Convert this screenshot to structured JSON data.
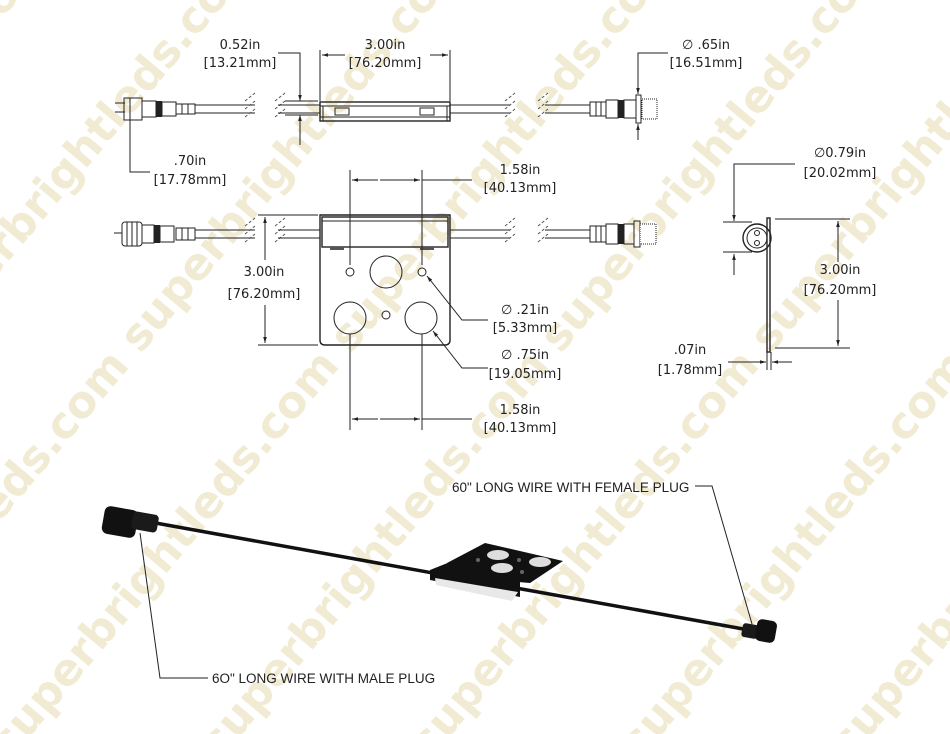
{
  "watermark": "superbrightleds.com",
  "top_view": {
    "length": {
      "in": "3.00in",
      "mm": "[76.20mm]"
    },
    "height": {
      "in": "0.52in",
      "mm": "[13.21mm]"
    },
    "male_plug": {
      "in": ".70in",
      "mm": "[17.78mm]"
    },
    "female_plug": {
      "in": "∅ .65in",
      "mm": "[16.51mm]"
    }
  },
  "front_view": {
    "hole_spacing_top": {
      "in": "1.58in",
      "mm": "[40.13mm]"
    },
    "plate_height": {
      "in": "3.00in",
      "mm": "[76.20mm]"
    },
    "small_hole": {
      "in": "∅ .21in",
      "mm": "[5.33mm]"
    },
    "large_hole": {
      "in": "∅ .75in",
      "mm": "[19.05mm]"
    },
    "hole_spacing_bottom": {
      "in": "1.58in",
      "mm": "[40.13mm]"
    }
  },
  "side_view": {
    "diameter": {
      "in": "∅0.79in",
      "mm": "[20.02mm]"
    },
    "height": {
      "in": "3.00in",
      "mm": "[76.20mm]"
    },
    "thickness": {
      "in": ".07in",
      "mm": "[1.78mm]"
    }
  },
  "iso_view": {
    "female_label": "60\" LONG WIRE WITH FEMALE PLUG",
    "male_label": "6O\" LONG WIRE WITH MALE PLUG"
  }
}
